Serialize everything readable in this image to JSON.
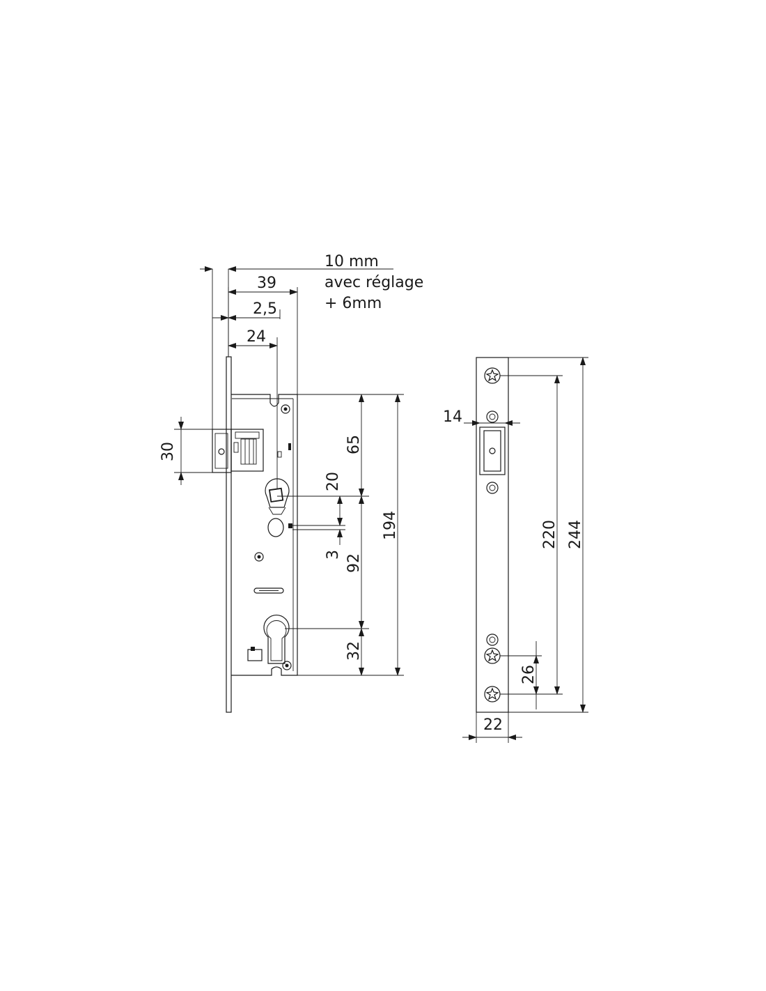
{
  "colors": {
    "ink": "#1a1a1a",
    "background": "#ffffff"
  },
  "lock_body_view": {
    "note_lines": [
      "10 mm",
      "avec réglage",
      "+ 6mm"
    ],
    "dim_39": "39",
    "dim_2_5": "2,5",
    "dim_24": "24",
    "dim_30": "30",
    "dim_65": "65",
    "dim_20": "20",
    "dim_3": "3",
    "dim_92": "92",
    "dim_194": "194",
    "dim_32": "32"
  },
  "faceplate_view": {
    "dim_14": "14",
    "dim_220": "220",
    "dim_244": "244",
    "dim_26": "26",
    "dim_22": "22"
  }
}
